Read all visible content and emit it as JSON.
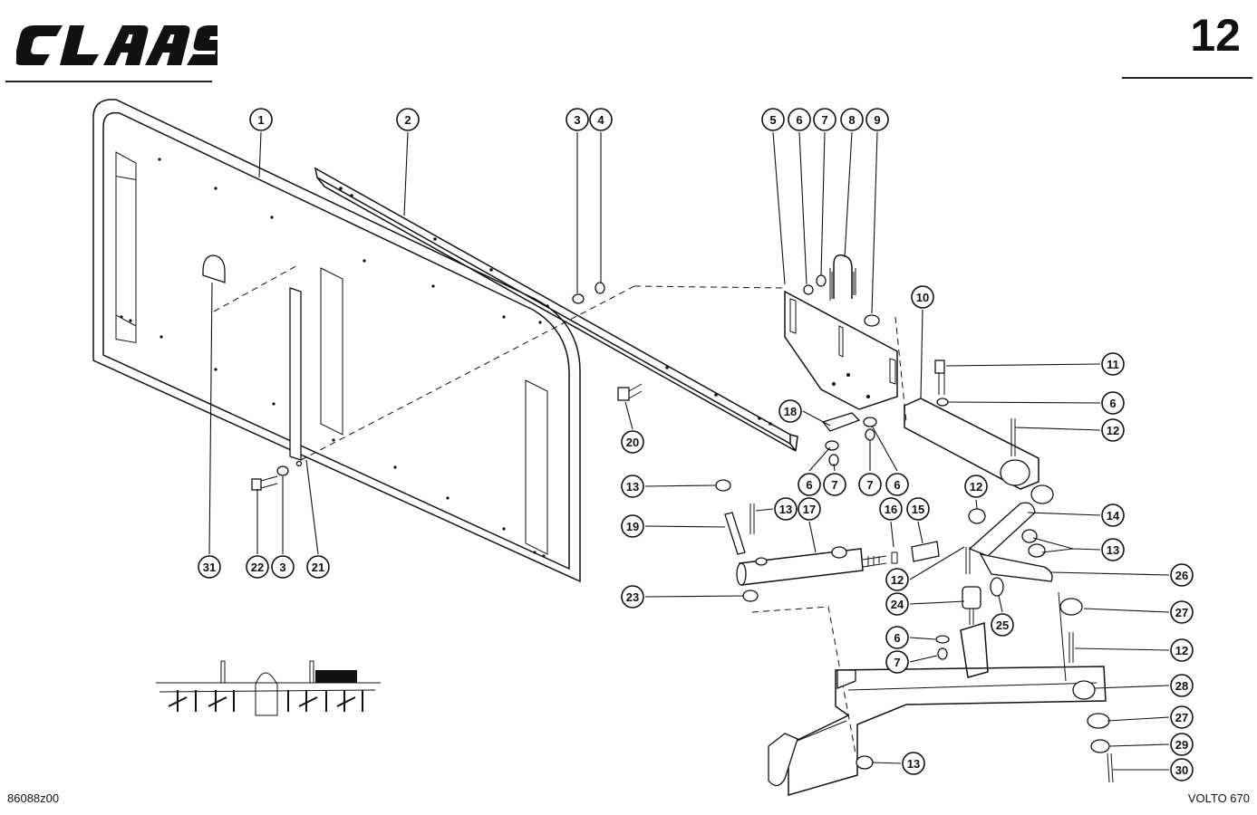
{
  "header": {
    "brand": "CLAAS",
    "page_number": "12"
  },
  "footer": {
    "drawing_number": "86088z00",
    "model": "VOLTO 670"
  },
  "callouts": [
    {
      "n": "1"
    },
    {
      "n": "2"
    },
    {
      "n": "3"
    },
    {
      "n": "4"
    },
    {
      "n": "5"
    },
    {
      "n": "6"
    },
    {
      "n": "7"
    },
    {
      "n": "8"
    },
    {
      "n": "9"
    },
    {
      "n": "10"
    },
    {
      "n": "11"
    },
    {
      "n": "6"
    },
    {
      "n": "12"
    },
    {
      "n": "18"
    },
    {
      "n": "20"
    },
    {
      "n": "6"
    },
    {
      "n": "7"
    },
    {
      "n": "7"
    },
    {
      "n": "6"
    },
    {
      "n": "13"
    },
    {
      "n": "12"
    },
    {
      "n": "17"
    },
    {
      "n": "16"
    },
    {
      "n": "15"
    },
    {
      "n": "13"
    },
    {
      "n": "14"
    },
    {
      "n": "19"
    },
    {
      "n": "13"
    },
    {
      "n": "12"
    },
    {
      "n": "26"
    },
    {
      "n": "23"
    },
    {
      "n": "24"
    },
    {
      "n": "27"
    },
    {
      "n": "25"
    },
    {
      "n": "6"
    },
    {
      "n": "12"
    },
    {
      "n": "7"
    },
    {
      "n": "31"
    },
    {
      "n": "22"
    },
    {
      "n": "3"
    },
    {
      "n": "21"
    },
    {
      "n": "28"
    },
    {
      "n": "27"
    },
    {
      "n": "29"
    },
    {
      "n": "13"
    },
    {
      "n": "30"
    }
  ]
}
